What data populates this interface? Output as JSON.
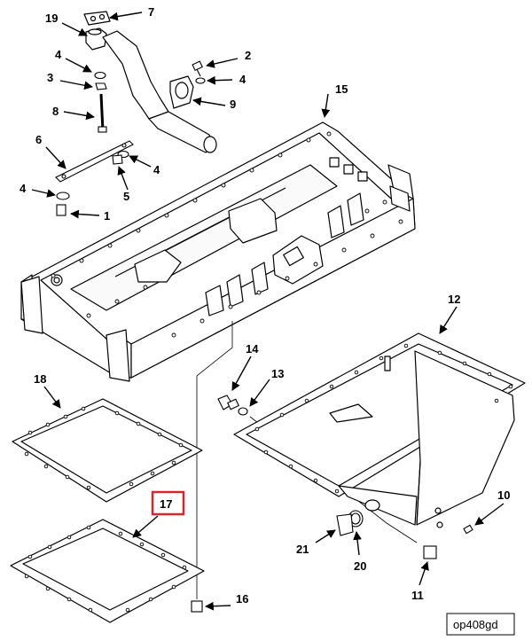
{
  "drawing_id": "op408gd",
  "highlight_color": "#d9262b",
  "highlighted_callout": "17",
  "callouts": {
    "c1": "1",
    "c2": "2",
    "c3": "3",
    "c4a": "4",
    "c4b": "4",
    "c4c": "4",
    "c4d": "4",
    "c5": "5",
    "c6": "6",
    "c7": "7",
    "c8": "8",
    "c9": "9",
    "c10": "10",
    "c11": "11",
    "c12": "12",
    "c13": "13",
    "c14": "14",
    "c15": "15",
    "c16": "16",
    "c17": "17",
    "c18": "18",
    "c19": "19",
    "c20": "20",
    "c21": "21"
  }
}
